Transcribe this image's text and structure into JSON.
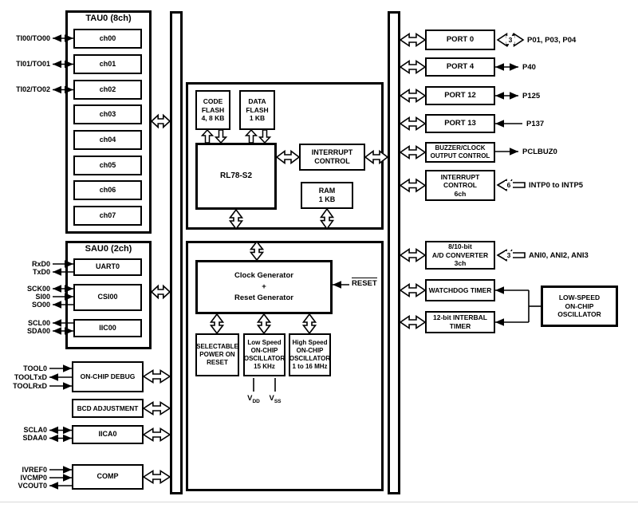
{
  "left": {
    "tau0": {
      "title": "TAU0 (8ch)",
      "channels": [
        "ch00",
        "ch01",
        "ch02",
        "ch03",
        "ch04",
        "ch05",
        "ch06",
        "ch07"
      ],
      "signals": [
        "TI00/TO00",
        "TI01/TO01",
        "TI02/TO02"
      ]
    },
    "sau0": {
      "title": "SAU0 (2ch)",
      "units": [
        "UART0",
        "CSI00",
        "IIC00"
      ],
      "signals": [
        "RxD0",
        "TxD0",
        "SCK00",
        "SI00",
        "SO00",
        "SCL00",
        "SDA00"
      ]
    },
    "onchip_debug": {
      "label": "ON-CHIP DEBUG",
      "signals": [
        "TOOL0",
        "TOOLTxD",
        "TOOLRxD"
      ]
    },
    "bcd": {
      "label": "BCD ADJUSTMENT"
    },
    "iica0": {
      "label": "IICA0",
      "signals": [
        "SCLA0",
        "SDAA0"
      ]
    },
    "comp": {
      "label": "COMP",
      "signals": [
        "IVREF0",
        "IVCMP0",
        "VCOUT0"
      ]
    }
  },
  "center": {
    "code_flash": "CODE\nFLASH\n4, 8 KB",
    "data_flash": "DATA\nFLASH\n1 KB",
    "cpu": "RL78-S2",
    "interrupt": "INTERRUPT\nCONTROL",
    "ram": "RAM\n1 KB",
    "clock_reset": "Clock Generator\n+\nReset Generator",
    "reset_pin": "RESET",
    "por": "SELECTABLE\nPOWER ON\nRESET",
    "low_osc": "Low Speed\nON-CHIP\nOSCILLATOR\n15 KHz",
    "high_osc": "High Speed\nON-CHIP\nOSCILLATOR\n1 to 16 MHz",
    "vdd": {
      "base": "V",
      "sub": "DD"
    },
    "vss": {
      "base": "V",
      "sub": "SS"
    }
  },
  "right": {
    "ports": [
      {
        "label": "PORT 0",
        "count": "3",
        "pins": "P01, P03, P04"
      },
      {
        "label": "PORT 4",
        "pins": "P40"
      },
      {
        "label": "PORT 12",
        "pins": "P125"
      },
      {
        "label": "PORT 13",
        "pins": "P137"
      },
      {
        "label": "BUZZER/CLOCK\nOUTPUT CONTROL",
        "pins": "PCLBUZ0"
      }
    ],
    "interrupt": {
      "label": "INTERRUPT\nCONTROL\n6ch",
      "count": "6",
      "pins": "INTP0 to INTP5"
    },
    "adc": {
      "label": "8/10-bit\nA/D CONVERTER\n3ch",
      "count": "3",
      "pins": "ANI0, ANI2, ANI3"
    },
    "watchdog": {
      "label": "WATCHDOG TIMER"
    },
    "interval_timer": {
      "label": "12-bit INTERBAL\nTIMER"
    },
    "low_speed_osc": {
      "label": "LOW-SPEED\nON-CHIP\nOSCILLATOR"
    }
  },
  "colors": {
    "line": "#000000",
    "background": "#ffffff"
  }
}
